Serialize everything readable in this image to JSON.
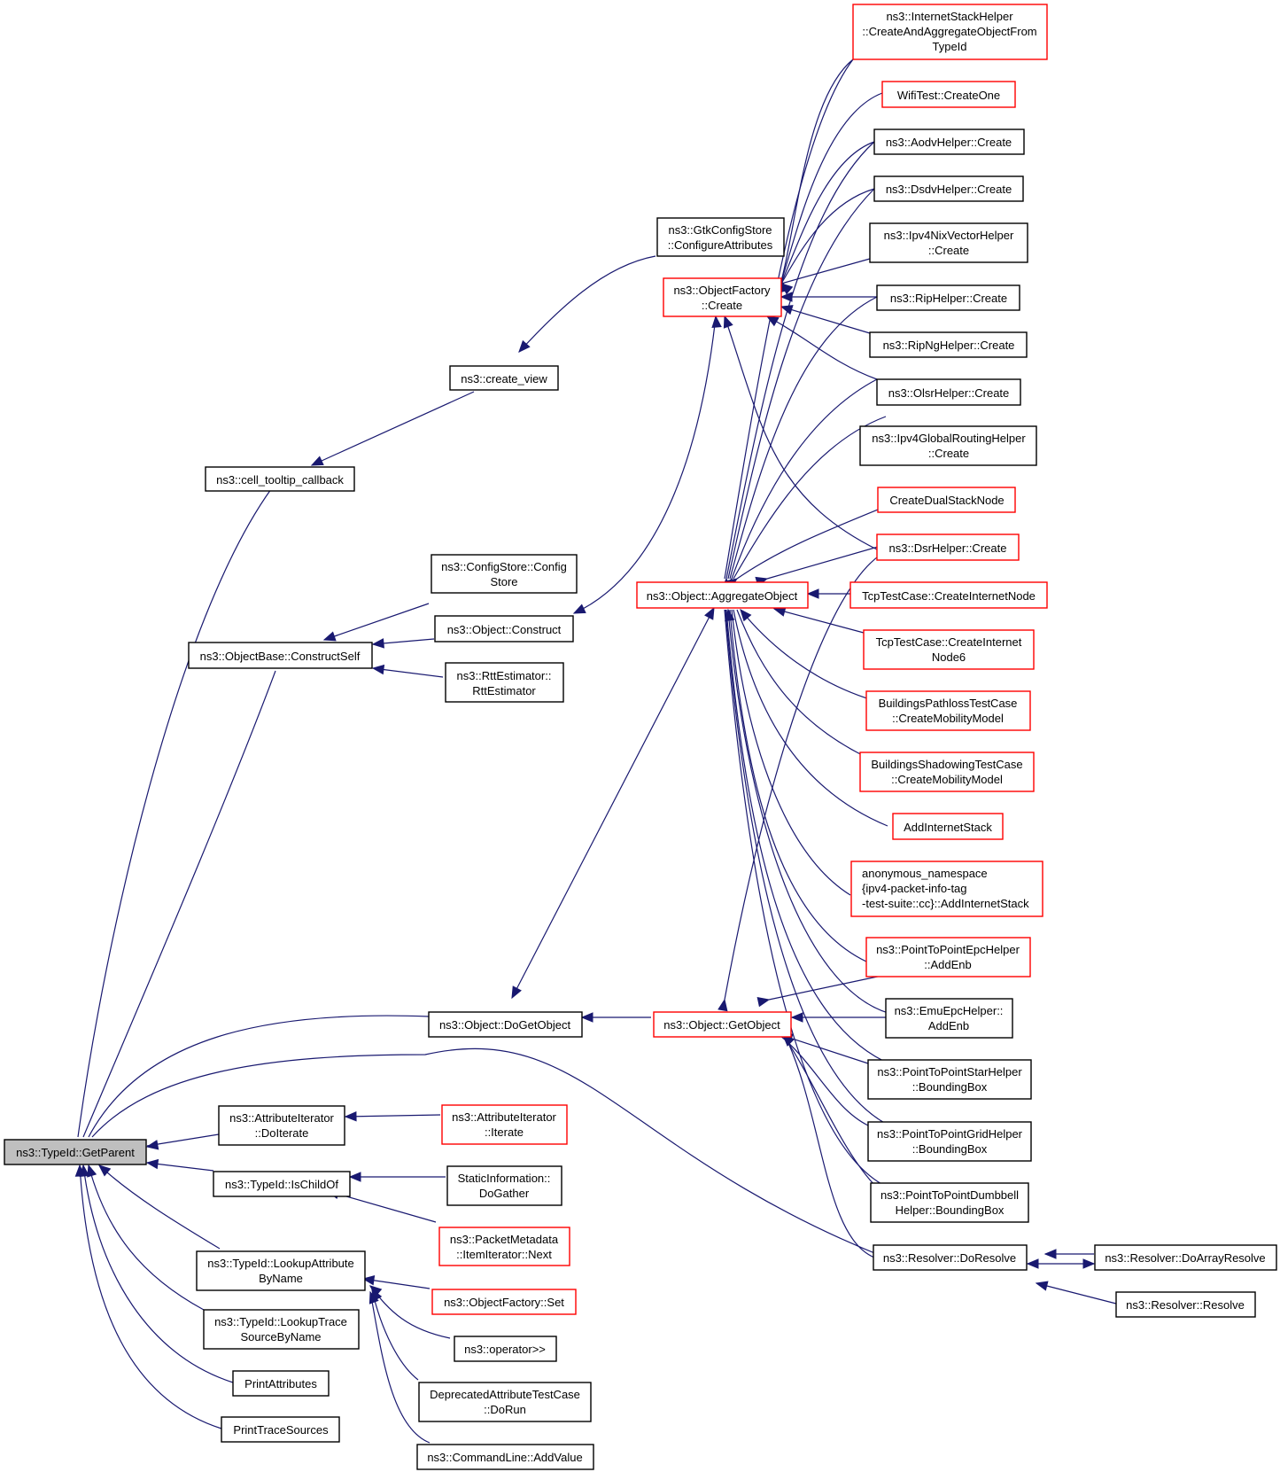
{
  "nodes": {
    "root": {
      "lines": [
        "ns3::TypeId::GetParent"
      ]
    },
    "cell_tooltip": {
      "lines": [
        "ns3::cell_tooltip_callback"
      ]
    },
    "create_view": {
      "lines": [
        "ns3::create_view"
      ]
    },
    "gtk_config": {
      "lines": [
        "ns3::GtkConfigStore",
        "::ConfigureAttributes"
      ]
    },
    "construct_self": {
      "lines": [
        "ns3::ObjectBase::ConstructSelf"
      ]
    },
    "config_store": {
      "lines": [
        "ns3::ConfigStore::Config",
        "Store"
      ]
    },
    "object_construct": {
      "lines": [
        "ns3::Object::Construct"
      ]
    },
    "rtt_estimator": {
      "lines": [
        "ns3::RttEstimator::",
        "RttEstimator"
      ]
    },
    "object_factory_create": {
      "lines": [
        "ns3::ObjectFactory",
        "::Create"
      ]
    },
    "aggregate_object": {
      "lines": [
        "ns3::Object::AggregateObject"
      ]
    },
    "do_get_object": {
      "lines": [
        "ns3::Object::DoGetObject"
      ]
    },
    "get_object": {
      "lines": [
        "ns3::Object::GetObject"
      ]
    },
    "attr_do_iterate": {
      "lines": [
        "ns3::AttributeIterator",
        "::DoIterate"
      ]
    },
    "attr_iterate": {
      "lines": [
        "ns3::AttributeIterator",
        "::Iterate"
      ]
    },
    "is_child_of": {
      "lines": [
        "ns3::TypeId::IsChildOf"
      ]
    },
    "static_info": {
      "lines": [
        "StaticInformation::",
        "DoGather"
      ]
    },
    "packet_meta": {
      "lines": [
        "ns3::PacketMetadata",
        "::ItemIterator::Next"
      ]
    },
    "lookup_attr": {
      "lines": [
        "ns3::TypeId::LookupAttribute",
        "ByName"
      ]
    },
    "factory_set": {
      "lines": [
        "ns3::ObjectFactory::Set"
      ]
    },
    "operator_in": {
      "lines": [
        "ns3::operator>>"
      ]
    },
    "deprecated_test": {
      "lines": [
        "DeprecatedAttributeTestCase",
        "::DoRun"
      ]
    },
    "cmdline_add": {
      "lines": [
        "ns3::CommandLine::AddValue"
      ]
    },
    "lookup_trace": {
      "lines": [
        "ns3::TypeId::LookupTrace",
        "SourceByName"
      ]
    },
    "print_attrs": {
      "lines": [
        "PrintAttributes"
      ]
    },
    "print_traces": {
      "lines": [
        "PrintTraceSources"
      ]
    },
    "internet_stack": {
      "lines": [
        "ns3::InternetStackHelper",
        "::CreateAndAggregateObjectFrom",
        "TypeId"
      ]
    },
    "wifi_test": {
      "lines": [
        "WifiTest::CreateOne"
      ]
    },
    "aodv": {
      "lines": [
        "ns3::AodvHelper::Create"
      ]
    },
    "dsdv": {
      "lines": [
        "ns3::DsdvHelper::Create"
      ]
    },
    "nix": {
      "lines": [
        "ns3::Ipv4NixVectorHelper",
        "::Create"
      ]
    },
    "rip": {
      "lines": [
        "ns3::RipHelper::Create"
      ]
    },
    "ripng": {
      "lines": [
        "ns3::RipNgHelper::Create"
      ]
    },
    "olsr": {
      "lines": [
        "ns3::OlsrHelper::Create"
      ]
    },
    "global_routing": {
      "lines": [
        "ns3::Ipv4GlobalRoutingHelper",
        "::Create"
      ]
    },
    "dual_stack": {
      "lines": [
        "CreateDualStackNode"
      ]
    },
    "dsr": {
      "lines": [
        "ns3::DsrHelper::Create"
      ]
    },
    "tcp_inode": {
      "lines": [
        "TcpTestCase::CreateInternetNode"
      ]
    },
    "tcp_inode6": {
      "lines": [
        "TcpTestCase::CreateInternet",
        "Node6"
      ]
    },
    "bld_pathloss": {
      "lines": [
        "BuildingsPathlossTestCase",
        "::CreateMobilityModel"
      ]
    },
    "bld_shadow": {
      "lines": [
        "BuildingsShadowingTestCase",
        "::CreateMobilityModel"
      ]
    },
    "add_inet": {
      "lines": [
        "AddInternetStack"
      ]
    },
    "anon_ns": {
      "lines": [
        "anonymous_namespace",
        "{ipv4-packet-info-tag",
        "-test-suite::cc}::AddInternetStack"
      ]
    },
    "p2p_epc": {
      "lines": [
        "ns3::PointToPointEpcHelper",
        "::AddEnb"
      ]
    },
    "emu_epc": {
      "lines": [
        "ns3::EmuEpcHelper::",
        "AddEnb"
      ]
    },
    "p2p_star": {
      "lines": [
        "ns3::PointToPointStarHelper",
        "::BoundingBox"
      ]
    },
    "p2p_grid": {
      "lines": [
        "ns3::PointToPointGridHelper",
        "::BoundingBox"
      ]
    },
    "p2p_dumbbell": {
      "lines": [
        "ns3::PointToPointDumbbell",
        "Helper::BoundingBox"
      ]
    },
    "resolver_do": {
      "lines": [
        "ns3::Resolver::DoResolve"
      ]
    },
    "resolver_array": {
      "lines": [
        "ns3::Resolver::DoArrayResolve"
      ]
    },
    "resolver": {
      "lines": [
        "ns3::Resolver::Resolve"
      ]
    }
  },
  "colors": {
    "edge": "#191970",
    "box_border": "#000000",
    "box_border_red": "#ff0000",
    "root_fill": "#bfbfbf"
  }
}
